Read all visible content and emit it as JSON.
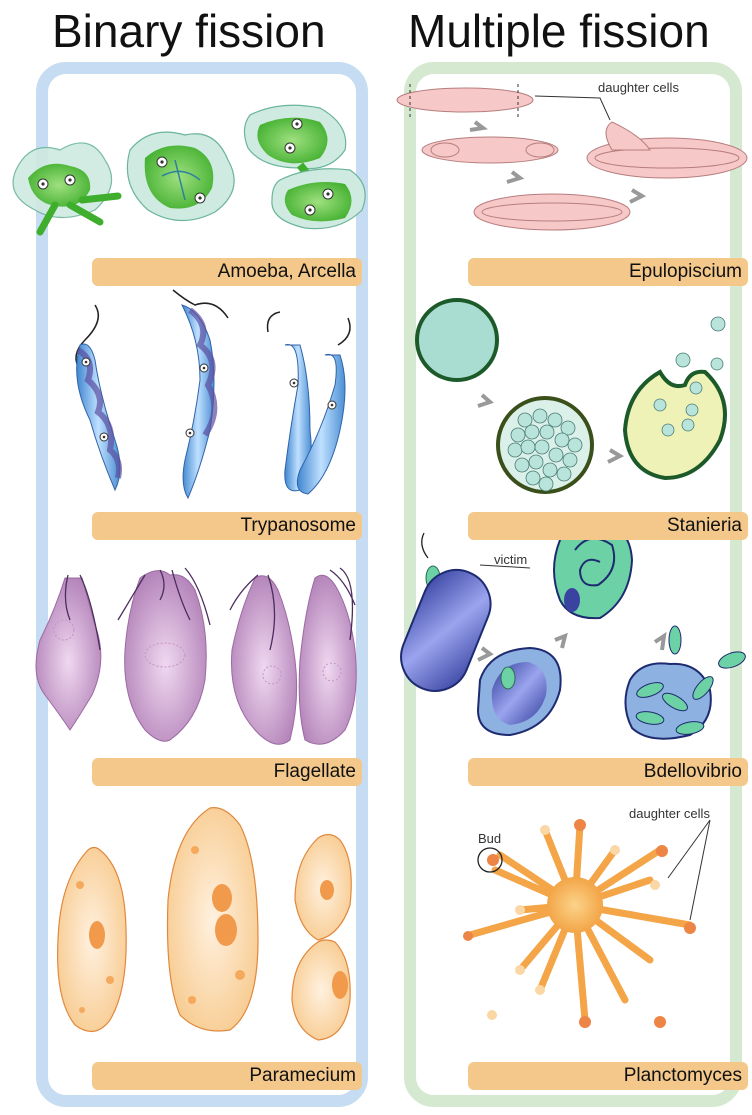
{
  "titles": {
    "left": "Binary fission",
    "right": "Multiple fission"
  },
  "binary_fission": {
    "examples": [
      {
        "label": "Amoeba, Arcella"
      },
      {
        "label": "Trypanosome"
      },
      {
        "label": "Flagellate"
      },
      {
        "label": "Paramecium"
      }
    ]
  },
  "multiple_fission": {
    "examples": [
      {
        "label": "Epulopiscium"
      },
      {
        "label": "Stanieria"
      },
      {
        "label": "Bdellovibrio"
      },
      {
        "label": "Planctomyces"
      }
    ]
  },
  "annotations": {
    "epulopiscium": "daughter cells",
    "bdellovibrio": "victim",
    "planctomyces_bud": "Bud",
    "planctomyces_daughters": "daughter cells"
  },
  "colors": {
    "left_panel_border": "#c6dcf2",
    "right_panel_border": "#d5e9d1",
    "label_bg": "#f3c88a",
    "amoeba_green": "#5cbf3f",
    "trypanosome_blue": "#6aa6dc",
    "flagellate_purple": "#c79ac9",
    "paramecium_orange": "#f7cf95",
    "epulopiscium_pink": "#f6c8c8",
    "stanieria_teal": "#a9ddd2",
    "bdellovibrio_navy": "#4750a8",
    "planctomyces_orange": "#f5a54a"
  }
}
